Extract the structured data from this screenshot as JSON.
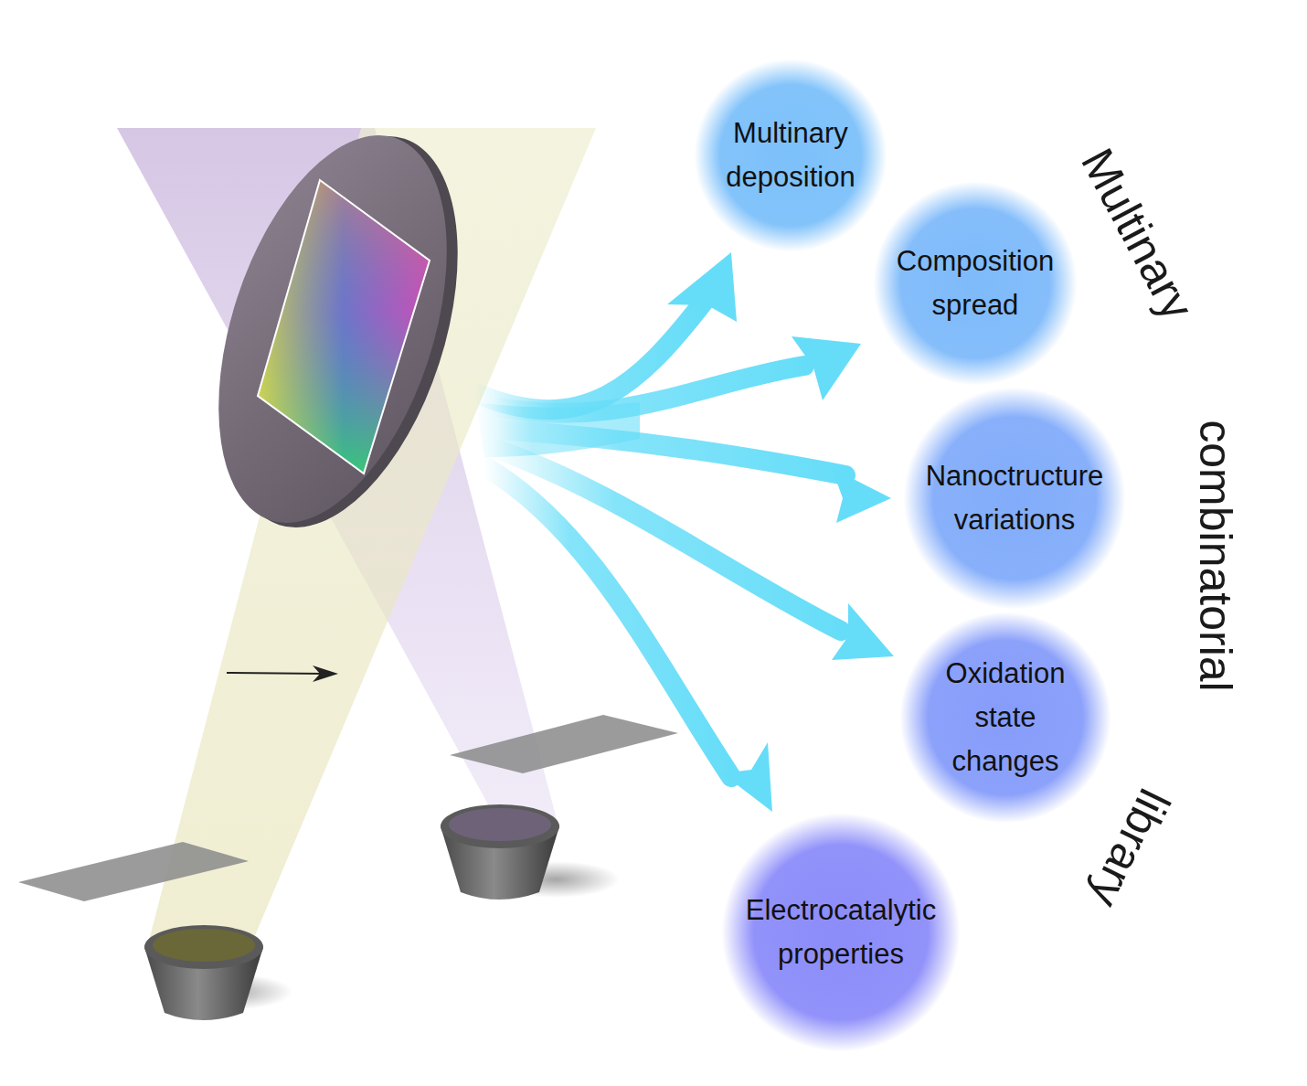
{
  "diagram": {
    "nodes": [
      {
        "text": [
          "Multinary deposition"
        ]
      },
      {
        "text": [
          "Composition spread"
        ]
      },
      {
        "text": [
          "Nanoctructure variations"
        ]
      },
      {
        "text": [
          "Oxidation state changes"
        ]
      },
      {
        "text": [
          "Electrocatalytic properties"
        ]
      }
    ],
    "labels": [
      "Multinary",
      "combinatorial",
      "library"
    ]
  }
}
